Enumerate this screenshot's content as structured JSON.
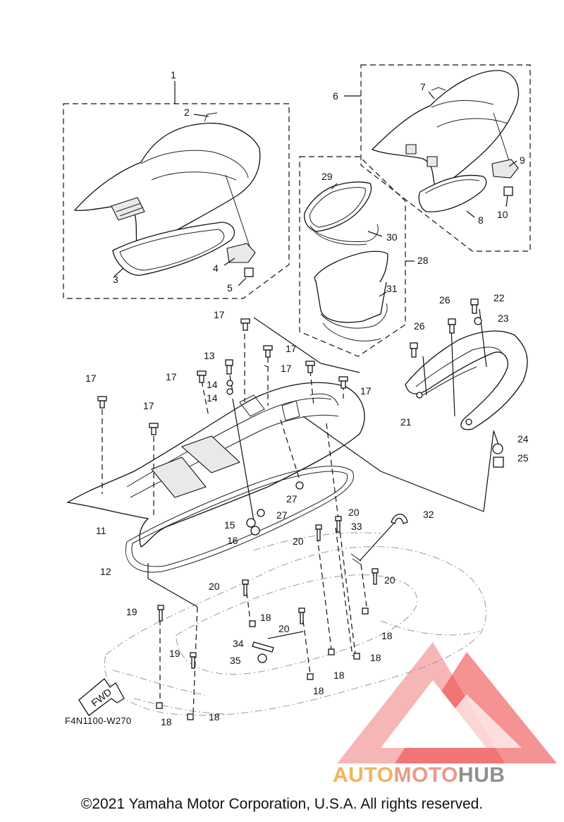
{
  "diagram": {
    "code": "F4N1100-W270",
    "fwd_label": "FWD",
    "copyright": "©2021 Yamaha Motor Corporation, U.S.A. All rights reserved.",
    "watermark": {
      "part1": "AUTO",
      "part2": "MOTO",
      "part3": "HUB",
      "colors": [
        "#f2b35f",
        "#ea9a86",
        "#8f8f8f"
      ],
      "logo_color": "#ee4a4a"
    },
    "callouts": [
      "1",
      "2",
      "3",
      "4",
      "5",
      "6",
      "7",
      "8",
      "9",
      "10",
      "11",
      "12",
      "13",
      "14",
      "14",
      "15",
      "16",
      "17",
      "17",
      "17",
      "17",
      "17",
      "17",
      "17",
      "18",
      "18",
      "18",
      "18",
      "18",
      "18",
      "18",
      "18",
      "19",
      "19",
      "20",
      "20",
      "20",
      "20",
      "20",
      "21",
      "22",
      "23",
      "24",
      "25",
      "26",
      "26",
      "27",
      "27",
      "28",
      "29",
      "30",
      "31",
      "32",
      "33",
      "34",
      "35"
    ]
  }
}
